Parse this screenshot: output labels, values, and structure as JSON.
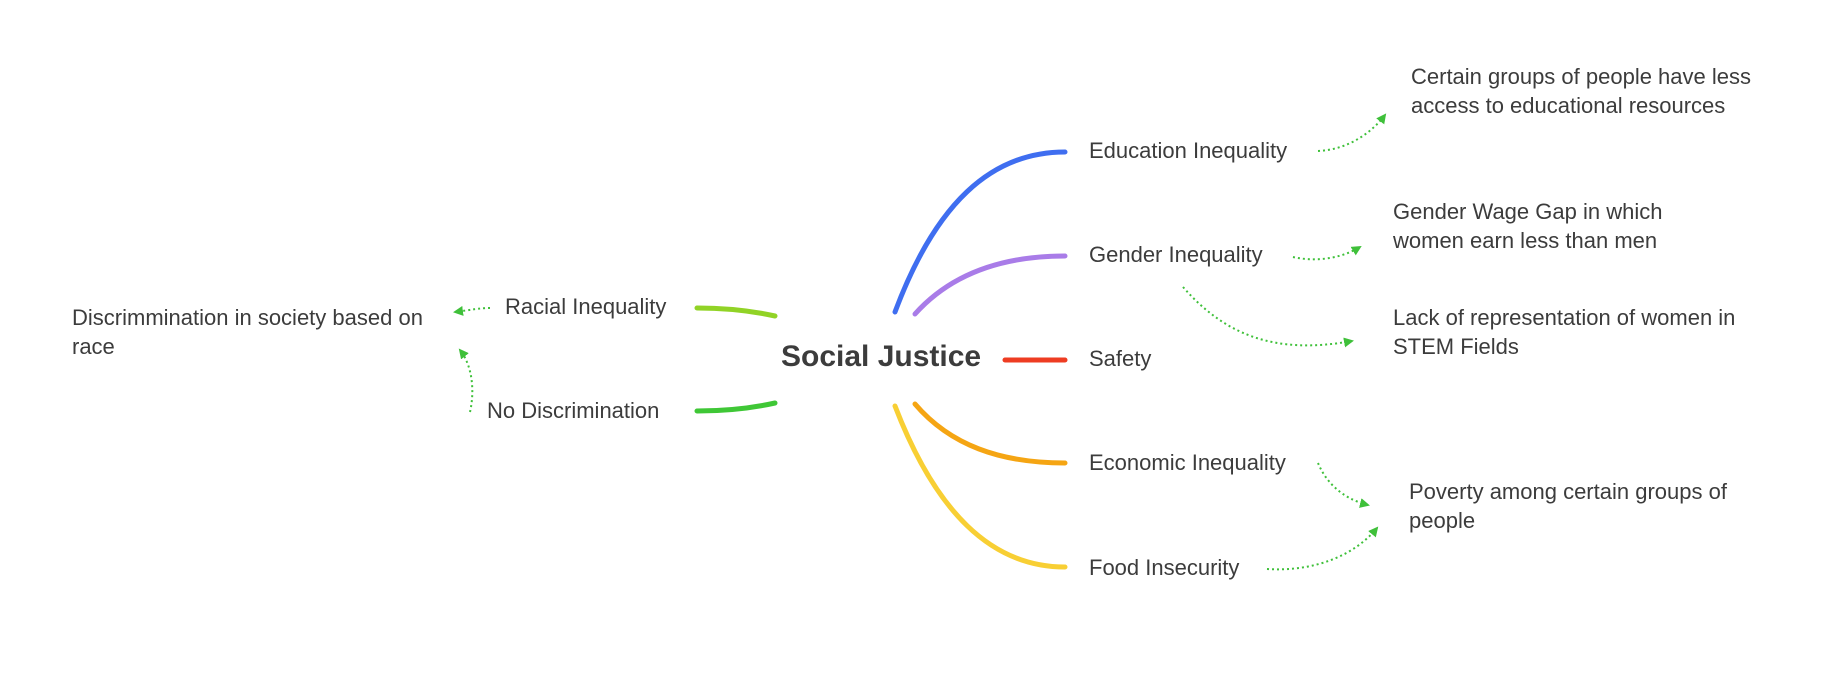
{
  "center": {
    "label": "Social Justice"
  },
  "branches": [
    {
      "id": "education",
      "label": "Education Inequality",
      "color": "#3f6ef0"
    },
    {
      "id": "gender",
      "label": "Gender Inequality",
      "color": "#a97ce8"
    },
    {
      "id": "safety",
      "label": "Safety",
      "color": "#ee3c22"
    },
    {
      "id": "economic",
      "label": "Economic Inequality",
      "color": "#f5a513"
    },
    {
      "id": "food",
      "label": "Food Insecurity",
      "color": "#f8cf34"
    },
    {
      "id": "racial",
      "label": "Racial Inequality",
      "color": "#91d326"
    },
    {
      "id": "nodisc",
      "label": "No Discrimination",
      "color": "#3fc736"
    }
  ],
  "notes": [
    {
      "id": "edu-note",
      "text": "Certain groups of people have less access to educational resources"
    },
    {
      "id": "wage-note",
      "text": "Gender Wage Gap in which women earn less than men"
    },
    {
      "id": "stem-note",
      "text": "Lack of representation of women in STEM Fields"
    },
    {
      "id": "poverty-note",
      "text": "Poverty among certain groups of people"
    },
    {
      "id": "race-note",
      "text": "Discrimmination in society based on race"
    }
  ],
  "link_color": "#3fc03a"
}
